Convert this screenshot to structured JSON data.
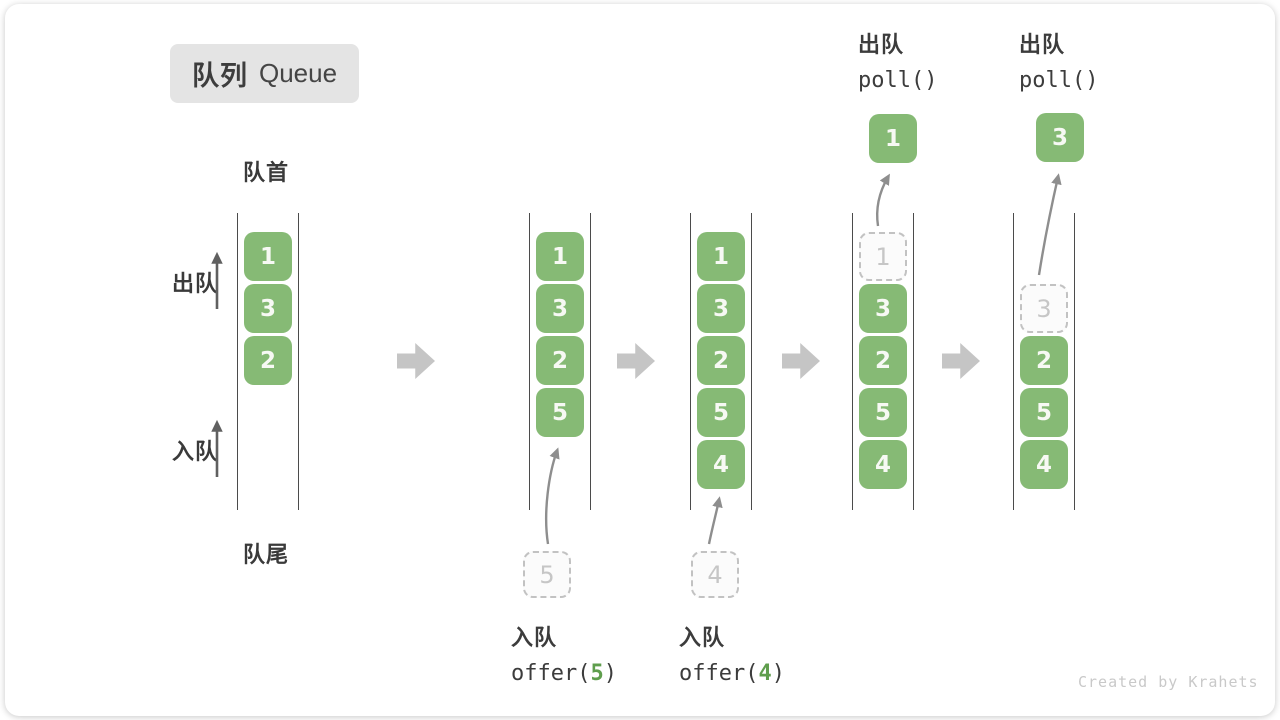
{
  "title": {
    "zh": "队列",
    "en": "Queue"
  },
  "labels": {
    "front": "队首",
    "rear": "队尾",
    "dequeue": "出队",
    "enqueue": "入队"
  },
  "colors": {
    "box_green": "#86ba75",
    "code_green": "#5f9e4d",
    "badge_bg": "#e4e4e4",
    "text_dark": "#3c3c3c",
    "block_arrow_gray": "#c5c5c5",
    "ghost_border_gray": "#c2c2c2"
  },
  "states": [
    {
      "cells": [
        "1",
        "3",
        "2"
      ]
    },
    {
      "cells": [
        "1",
        "3",
        "2",
        "5"
      ],
      "incoming": "5"
    },
    {
      "cells": [
        "1",
        "3",
        "2",
        "5",
        "4"
      ],
      "incoming": "4"
    },
    {
      "ghost": "1",
      "cells": [
        "3",
        "2",
        "5",
        "4"
      ],
      "polled": "1"
    },
    {
      "ghost": "3",
      "cells": [
        "2",
        "5",
        "4"
      ],
      "polled": "3"
    }
  ],
  "annotations": {
    "enqueue5": {
      "label": "入队",
      "fn": "offer(",
      "arg": "5",
      "close": ")"
    },
    "enqueue4": {
      "label": "入队",
      "fn": "offer(",
      "arg": "4",
      "close": ")"
    },
    "poll1": {
      "label": "出队",
      "code": "poll()"
    },
    "poll2": {
      "label": "出队",
      "code": "poll()"
    }
  },
  "watermark": "Created by Krahets"
}
